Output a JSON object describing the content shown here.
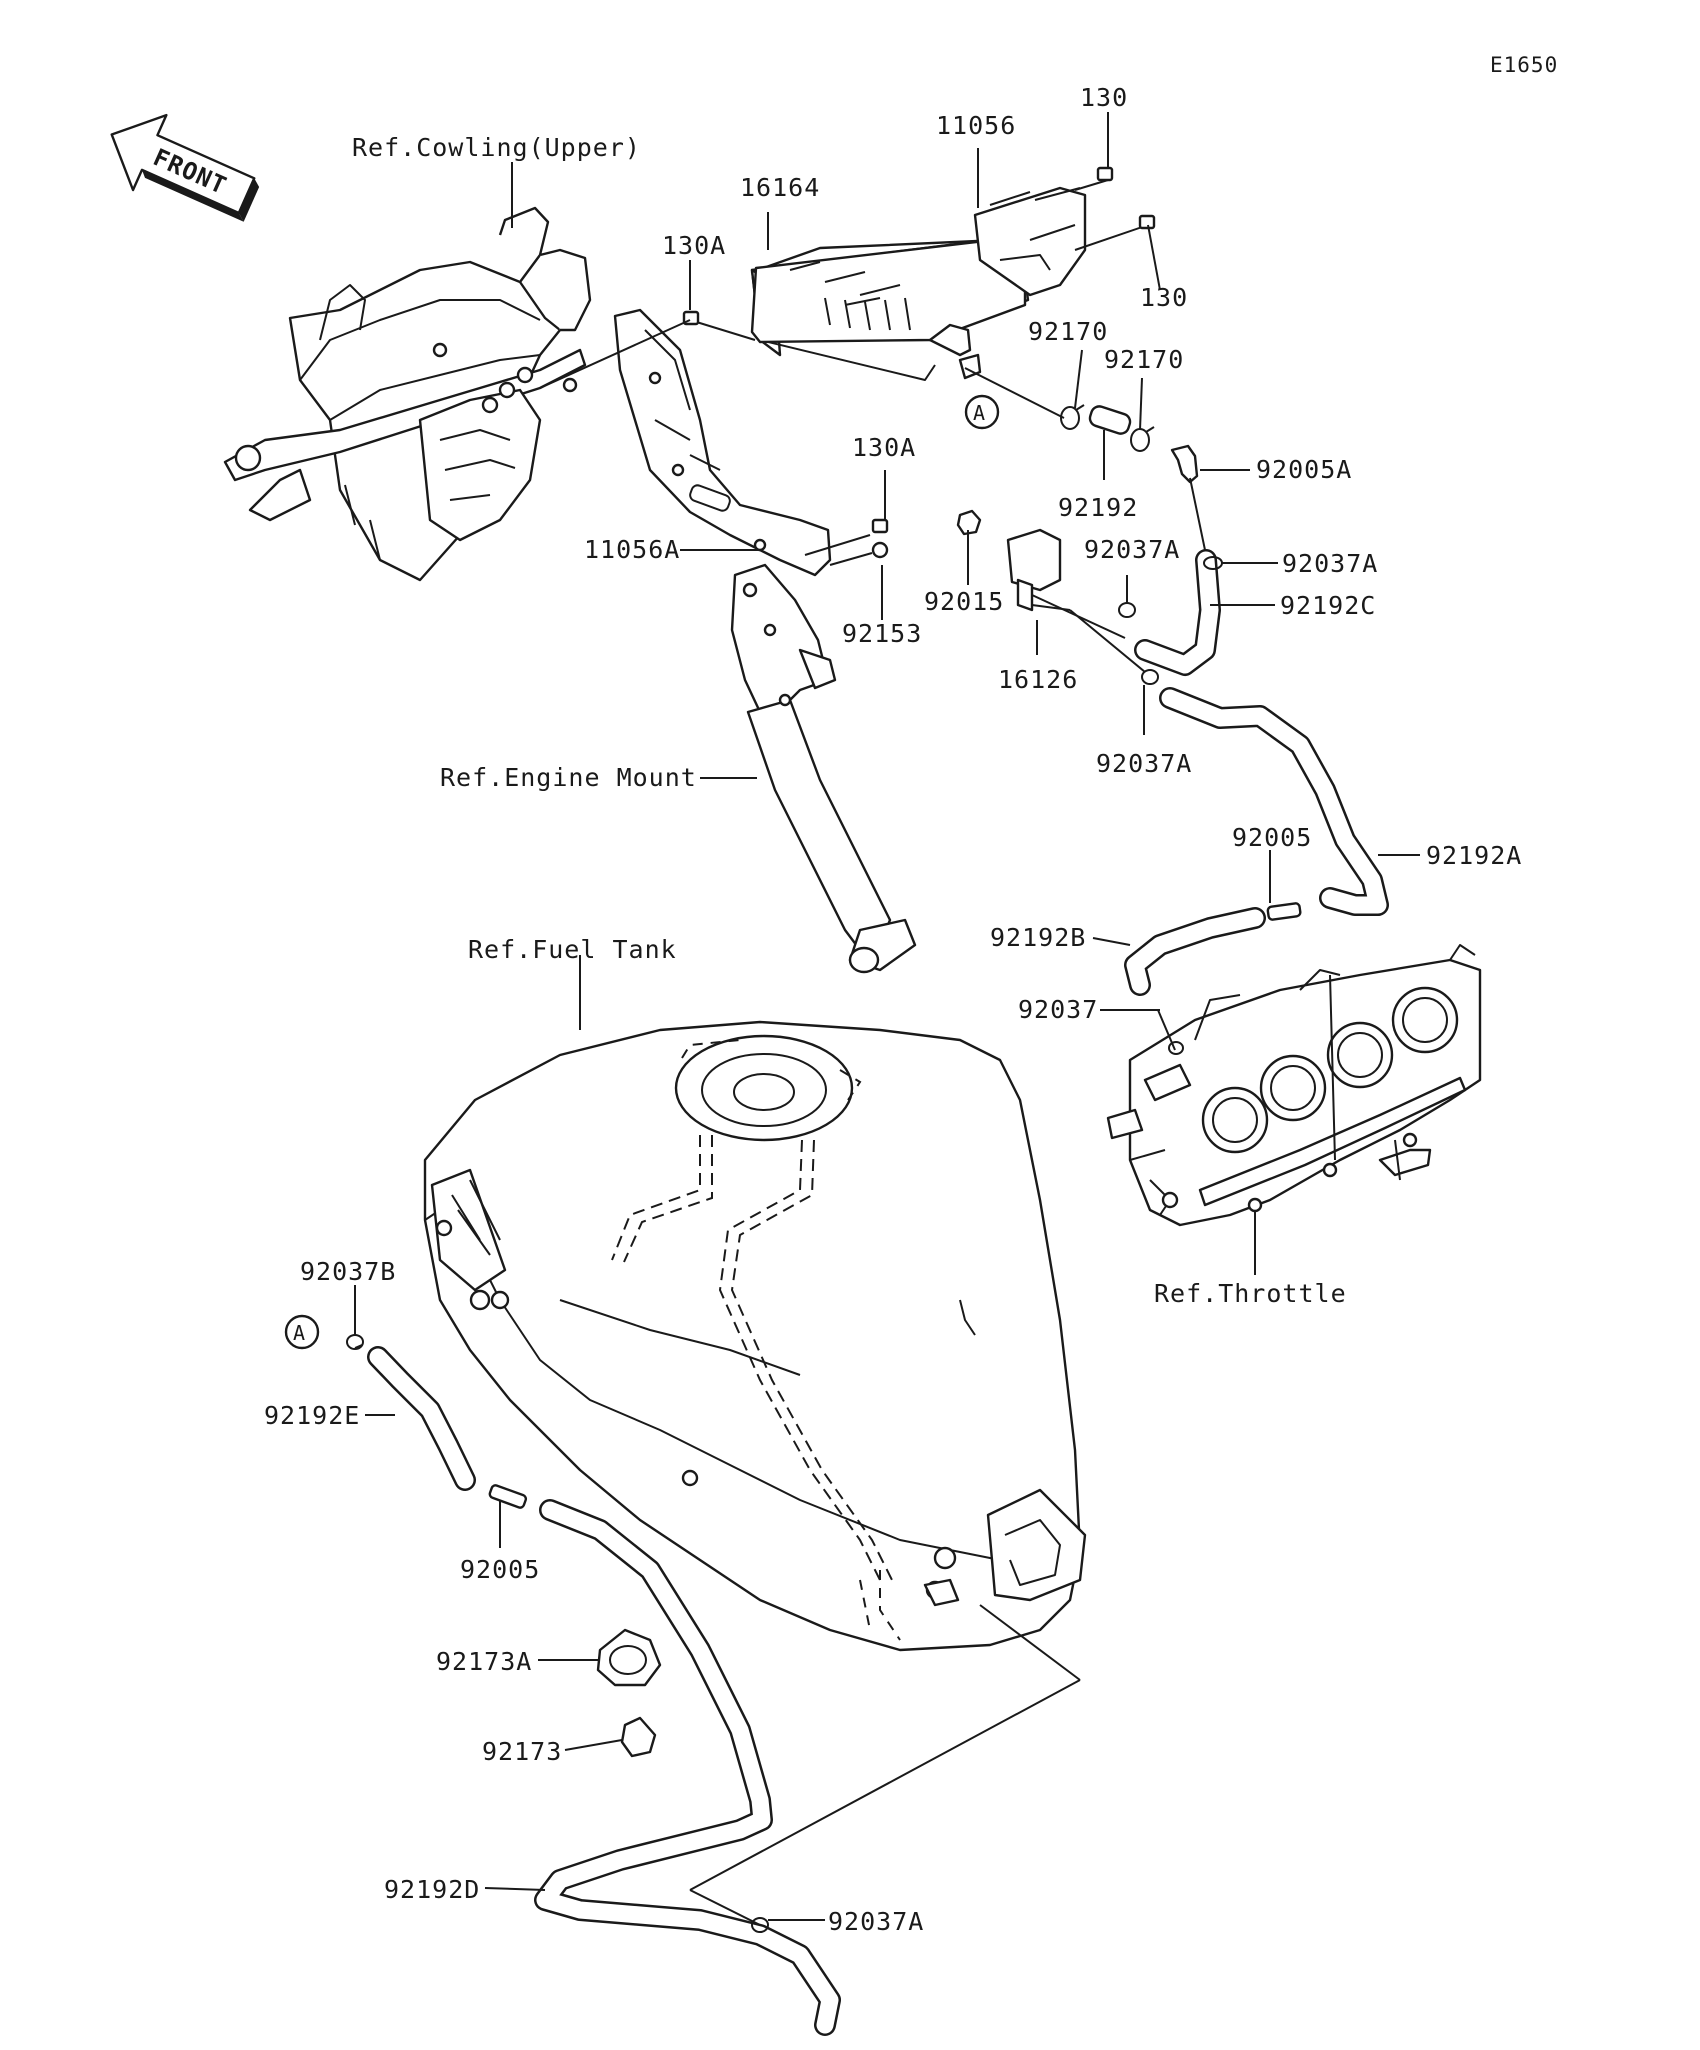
{
  "diagram_code": "E1650",
  "front_arrow": "FRONT",
  "circle_ref": "A",
  "references": {
    "cowling_upper": "Ref.Cowling(Upper)",
    "engine_mount": "Ref.Engine Mount",
    "fuel_tank": "Ref.Fuel Tank",
    "throttle": "Ref.Throttle"
  },
  "parts": {
    "p11056": "11056",
    "p130_top": "130",
    "p130_right": "130",
    "p16164": "16164",
    "p130A_left": "130A",
    "p130A_mid": "130A",
    "p92170_a": "92170",
    "p92170_b": "92170",
    "p92005A": "92005A",
    "p92192": "92192",
    "p11056A": "11056A",
    "p92153": "92153",
    "p92015": "92015",
    "p92037A_top": "92037A",
    "p92037A_right": "92037A",
    "p92192C": "92192C",
    "p16126": "16126",
    "p92037A_mid": "92037A",
    "p92005_top": "92005",
    "p92192A": "92192A",
    "p92192B": "92192B",
    "p92037": "92037",
    "p92037B": "92037B",
    "p92192E": "92192E",
    "p92005_bottom": "92005",
    "p92173A": "92173A",
    "p92173": "92173",
    "p92192D": "92192D",
    "p92037A_bottom": "92037A"
  }
}
